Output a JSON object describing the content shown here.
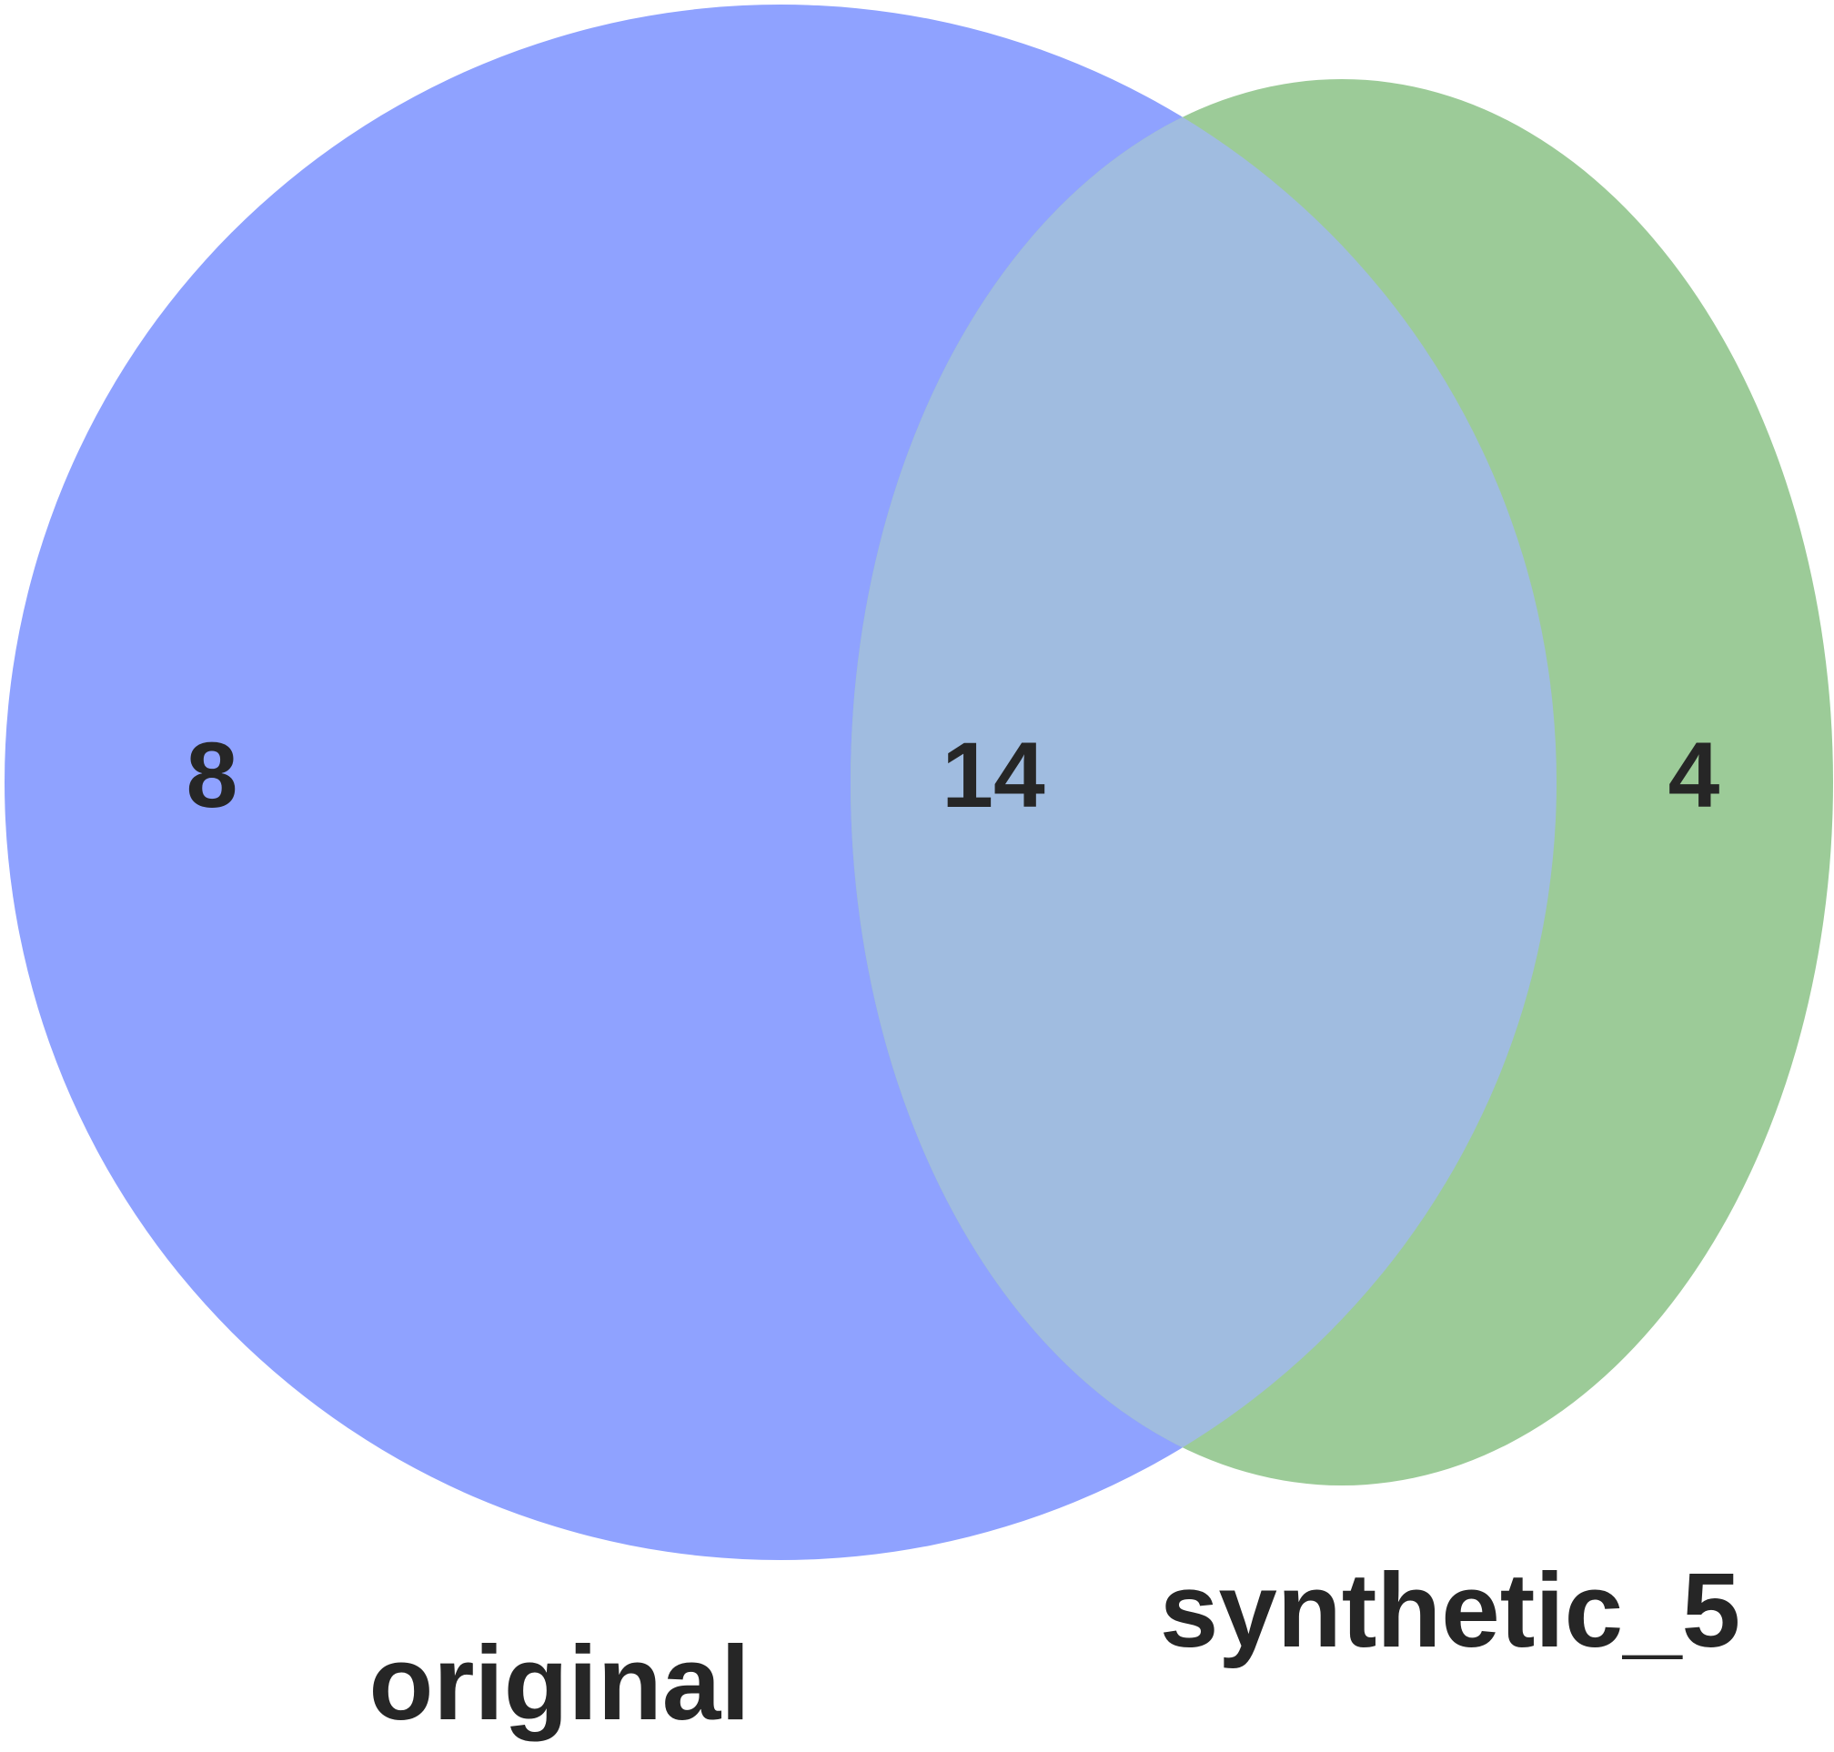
{
  "venn": {
    "sets": [
      {
        "id": "A",
        "label": "original",
        "color": "#8fa2ff"
      },
      {
        "id": "B",
        "label": "synthetic_5",
        "color": "#9ccb98"
      }
    ],
    "counts": {
      "only_a": "8",
      "intersection": "14",
      "only_b": "4"
    },
    "overlap_color": "#a0bce0"
  }
}
